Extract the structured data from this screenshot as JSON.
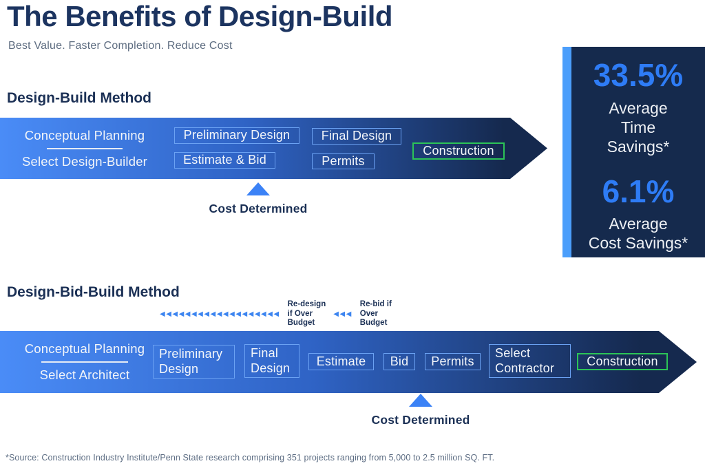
{
  "header": {
    "title": "The Benefits of Design-Build",
    "subtitle": "Best Value. Faster Completion. Reduce Cost"
  },
  "stats_panel": {
    "time": {
      "value": "33.5%",
      "label": "Average\nTime\nSavings*"
    },
    "cost": {
      "value": "6.1%",
      "label": "Average\nCost Savings*"
    }
  },
  "design_build": {
    "heading": "Design-Build Method",
    "phase_top": "Conceptual Planning",
    "phase_bottom": "Select Design-Builder",
    "box_preliminary": "Preliminary Design",
    "box_estimate_bid": "Estimate & Bid",
    "box_final": "Final Design",
    "box_permits": "Permits",
    "box_construction": "Construction",
    "cost_marker": "Cost Determined"
  },
  "design_bid_build": {
    "heading": "Design-Bid-Build Method",
    "redesign_arrows": "◀◀◀◀◀◀◀◀◀◀◀◀◀◀◀◀◀◀◀",
    "redesign_label": "Re-design\nif Over\nBudget",
    "rebid_arrows": "◀◀◀",
    "rebid_label": "Re-bid if\nOver\nBudget",
    "phase_top": "Conceptual Planning",
    "phase_bottom": "Select Architect",
    "box_preliminary": "Preliminary\nDesign",
    "box_final": "Final\nDesign",
    "box_estimate": "Estimate",
    "box_bid": "Bid",
    "box_permits": "Permits",
    "box_select_contractor": "Select\nContractor",
    "box_construction": "Construction",
    "cost_marker": "Cost Determined"
  },
  "footer": {
    "source": "*Source: Construction Industry Institute/Penn State research comprising 351 projects ranging from 5,000 to 2.5 million SQ. FT."
  },
  "colors": {
    "title_navy": "#1c3460",
    "subtitle_gray": "#5d6c80",
    "panel_bg": "#152a4d",
    "panel_stripe": "#4b9efb",
    "stat_blue": "#2e7cf6",
    "arrow_gradient_start": "#4a8cf7",
    "arrow_gradient_end": "#15294e",
    "box_border_blue": "#6ba2f3",
    "construction_green": "#2cc457",
    "marker_blue": "#3b82f6"
  }
}
